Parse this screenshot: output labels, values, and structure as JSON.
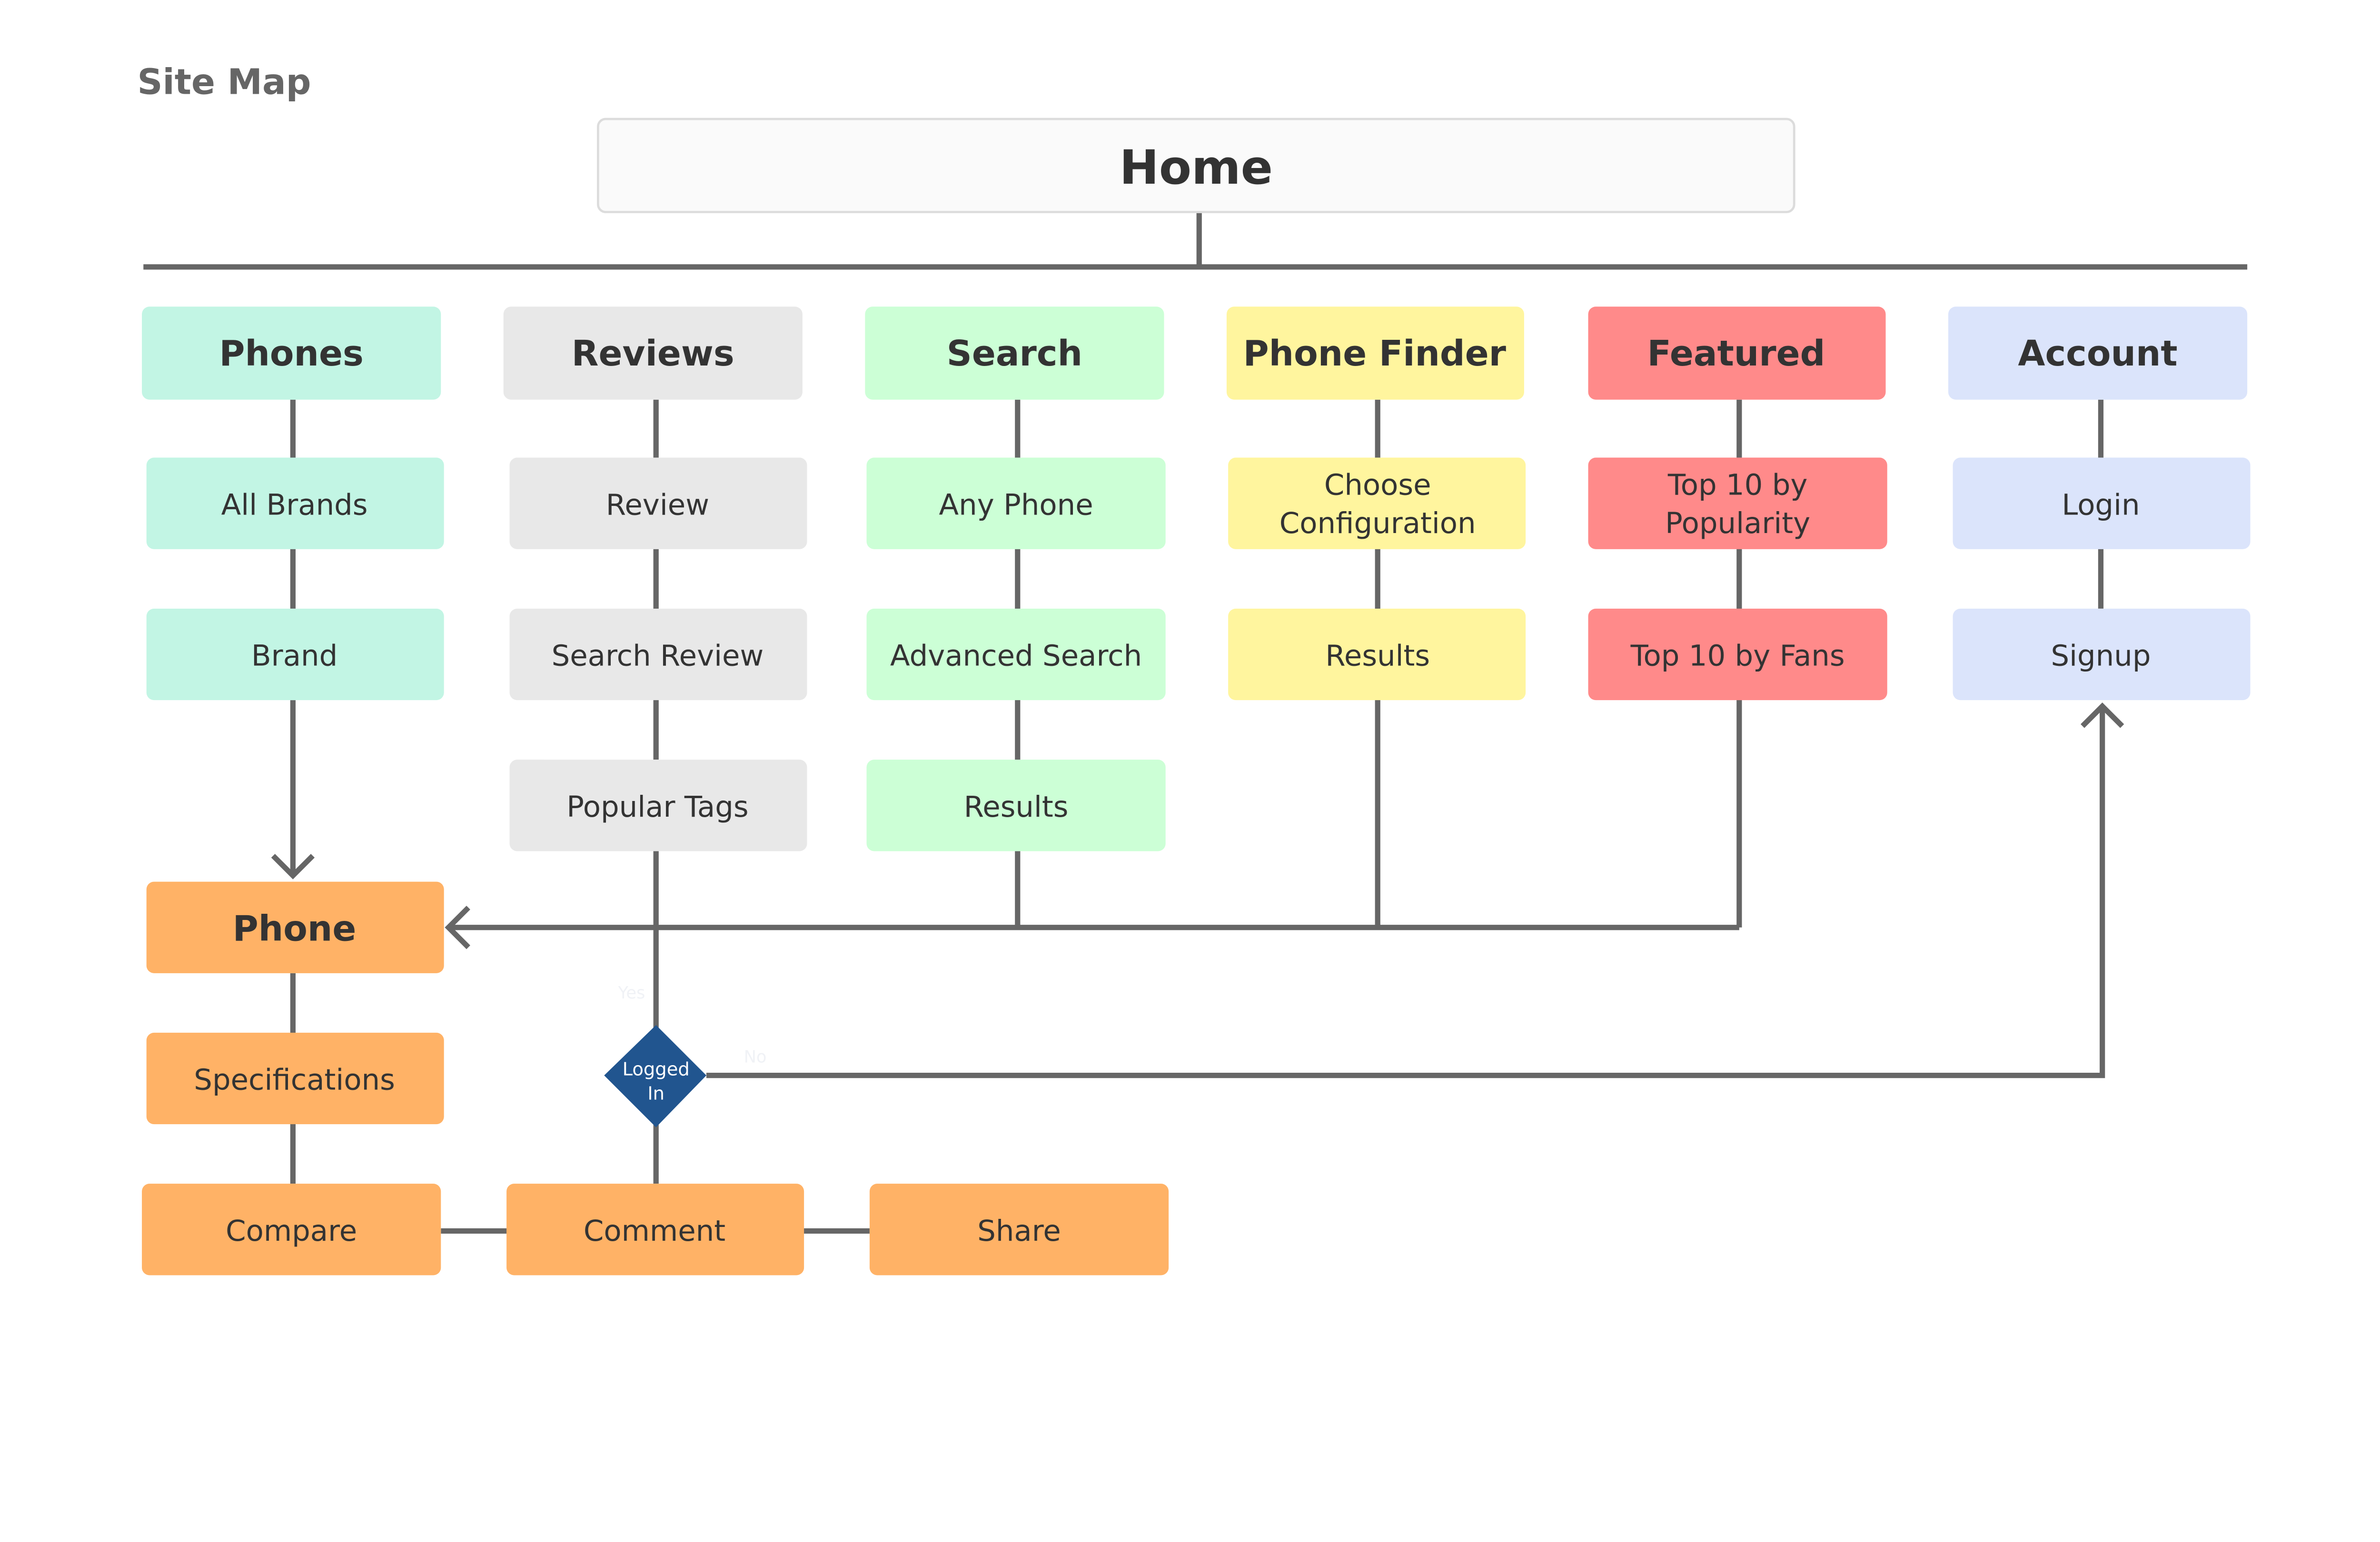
{
  "title": "Site Map",
  "home": "Home",
  "colors": {
    "phones": "#c2f5e4",
    "reviews": "#e8e8e8",
    "search": "#ccffd6",
    "finder": "#fff59e",
    "featured": "#ff8a8a",
    "account": "#dbe4fb",
    "phone": "#ffb266",
    "decision": "#21558f",
    "connector": "#666666"
  },
  "columns": [
    {
      "header": "Phones",
      "children": [
        "All Brands",
        "Brand"
      ]
    },
    {
      "header": "Reviews",
      "children": [
        "Review",
        "Search Review",
        "Popular Tags"
      ]
    },
    {
      "header": "Search",
      "children": [
        "Any Phone",
        "Advanced Search",
        "Results"
      ]
    },
    {
      "header": "Phone Finder",
      "children": [
        [
          "Choose",
          "Configuration"
        ],
        "Results"
      ]
    },
    {
      "header": "Featured",
      "children": [
        [
          "Top 10 by",
          "Popularity"
        ],
        "Top 10 by Fans"
      ]
    },
    {
      "header": "Account",
      "children": [
        "Login",
        "Signup"
      ]
    }
  ],
  "phone": {
    "title": "Phone",
    "children": [
      "Specifications",
      "Compare",
      "Comment",
      "Share"
    ]
  },
  "decision": {
    "lines": [
      "Logged",
      "In"
    ],
    "yes": "Yes",
    "no": "No"
  }
}
